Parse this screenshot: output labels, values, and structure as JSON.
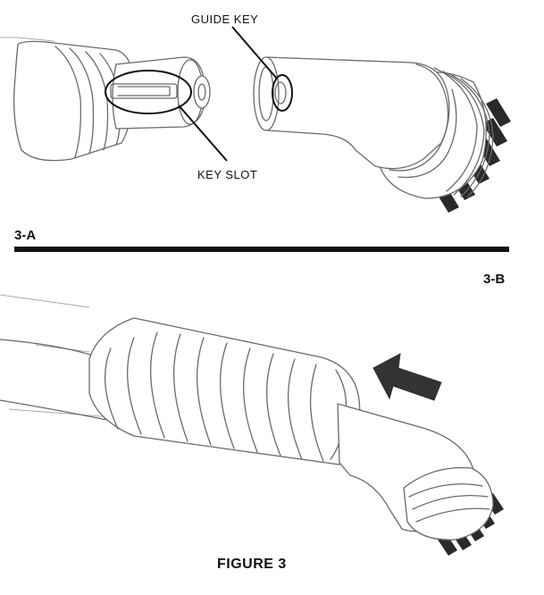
{
  "labels": {
    "guide_key": "GUIDE KEY",
    "key_slot": "KEY SLOT",
    "panel_a": "3-A",
    "panel_b": "3-B",
    "caption": "FIGURE 3"
  },
  "colors": {
    "line": "#6a6a6a",
    "ink": "#111111",
    "bristle": "#2a2a2a",
    "background": "#ffffff"
  },
  "icons": {
    "direction_arrow": "arrow-up-left-icon"
  }
}
